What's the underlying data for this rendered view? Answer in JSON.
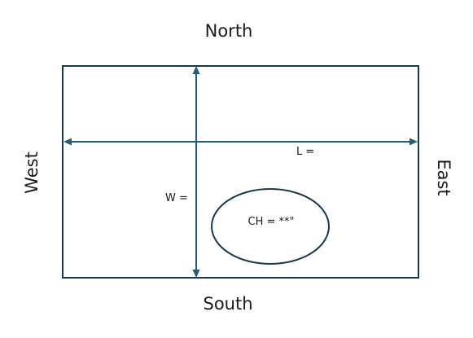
{
  "labels": {
    "north": "North",
    "south": "South",
    "east": "East",
    "west": "West",
    "length": "L =",
    "width": "W =",
    "ceiling_height": "CH = **\""
  },
  "colors": {
    "outline": "#163a4f",
    "arrow": "#1f5d78",
    "text": "#1a1a1a"
  }
}
